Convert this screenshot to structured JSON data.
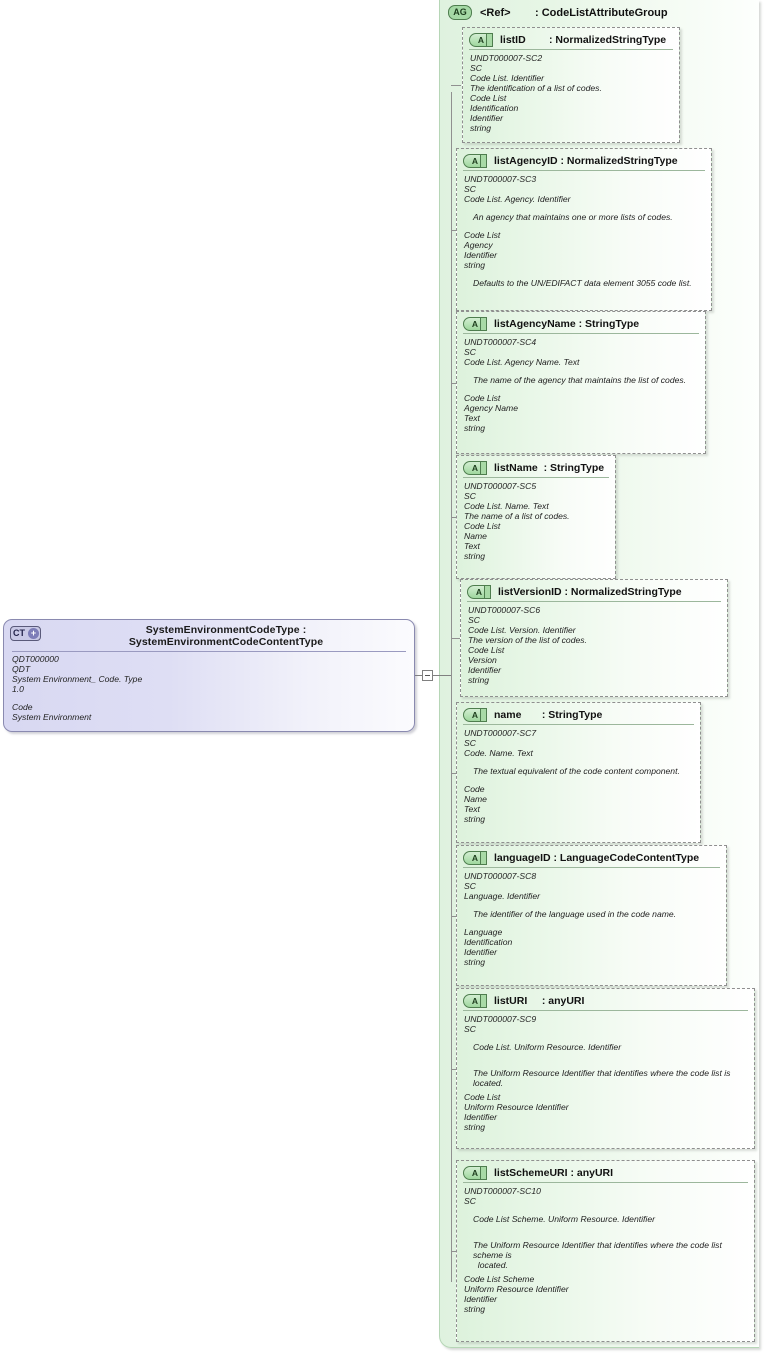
{
  "diagram": {
    "kind": "xsd-schema-diagram",
    "colors": {
      "complex_type_fill": "#d8d8f2",
      "attribute_group_fill": "#dff2df",
      "attribute_fill": "#ddf2dc",
      "border": "#8f8f8f",
      "connector": "#909090"
    }
  },
  "complex_type": {
    "icon_label": "CT",
    "icon_expand": "+",
    "title": "SystemEnvironmentCodeType : SystemEnvironmentCodeContentType",
    "annotation_lines": [
      "QDT000000",
      "QDT",
      "System Environment_ Code. Type",
      "1.0",
      "",
      "Code",
      "System Environment"
    ]
  },
  "connector": {
    "toggle_glyph": "−"
  },
  "attribute_group": {
    "icon_label": "AG",
    "title": "<Ref>        : CodeListAttributeGroup",
    "attributes": [
      {
        "icon_label": "A",
        "title": "listID        : NormalizedStringType",
        "lines": [
          {
            "text": "UNDT000007-SC2",
            "style": "plain"
          },
          {
            "text": "SC",
            "style": "plain"
          },
          {
            "text": "Code List. Identifier",
            "style": "plain"
          },
          {
            "text": "The identification of a list of codes.",
            "style": "plain"
          },
          {
            "text": "Code List",
            "style": "plain"
          },
          {
            "text": "Identification",
            "style": "plain"
          },
          {
            "text": "Identifier",
            "style": "plain"
          },
          {
            "text": "string",
            "style": "plain"
          }
        ]
      },
      {
        "icon_label": "A",
        "title": "listAgencyID : NormalizedStringType",
        "lines": [
          {
            "text": "UNDT000007-SC3",
            "style": "plain"
          },
          {
            "text": "SC",
            "style": "plain"
          },
          {
            "text": "Code List. Agency. Identifier",
            "style": "plain"
          },
          {
            "text": "",
            "style": "spacer"
          },
          {
            "text": "An agency that maintains one or more lists of codes.",
            "style": "indent"
          },
          {
            "text": "",
            "style": "spacer"
          },
          {
            "text": "Code List",
            "style": "plain"
          },
          {
            "text": "Agency",
            "style": "plain"
          },
          {
            "text": "Identifier",
            "style": "plain"
          },
          {
            "text": "string",
            "style": "plain"
          },
          {
            "text": "",
            "style": "spacer"
          },
          {
            "text": "Defaults to the UN/EDIFACT data element 3055 code list.",
            "style": "indent"
          }
        ]
      },
      {
        "icon_label": "A",
        "title": "listAgencyName : StringType",
        "lines": [
          {
            "text": "UNDT000007-SC4",
            "style": "plain"
          },
          {
            "text": "SC",
            "style": "plain"
          },
          {
            "text": "Code List. Agency Name. Text",
            "style": "plain"
          },
          {
            "text": "",
            "style": "spacer"
          },
          {
            "text": "The name of the agency that maintains the list of codes.",
            "style": "indent"
          },
          {
            "text": "",
            "style": "spacer"
          },
          {
            "text": "Code List",
            "style": "plain"
          },
          {
            "text": "Agency Name",
            "style": "plain"
          },
          {
            "text": "Text",
            "style": "plain"
          },
          {
            "text": "string",
            "style": "plain"
          }
        ]
      },
      {
        "icon_label": "A",
        "title": "listName  : StringType",
        "lines": [
          {
            "text": "UNDT000007-SC5",
            "style": "plain"
          },
          {
            "text": "SC",
            "style": "plain"
          },
          {
            "text": "Code List. Name. Text",
            "style": "plain"
          },
          {
            "text": "The name of a list of codes.",
            "style": "plain"
          },
          {
            "text": "Code List",
            "style": "plain"
          },
          {
            "text": "Name",
            "style": "plain"
          },
          {
            "text": "Text",
            "style": "plain"
          },
          {
            "text": "string",
            "style": "plain"
          }
        ]
      },
      {
        "icon_label": "A",
        "title": "listVersionID : NormalizedStringType",
        "lines": [
          {
            "text": "UNDT000007-SC6",
            "style": "plain"
          },
          {
            "text": "SC",
            "style": "plain"
          },
          {
            "text": "Code List. Version. Identifier",
            "style": "plain"
          },
          {
            "text": "The version of the list of codes.",
            "style": "plain"
          },
          {
            "text": "Code List",
            "style": "plain"
          },
          {
            "text": "Version",
            "style": "plain"
          },
          {
            "text": "Identifier",
            "style": "plain"
          },
          {
            "text": "string",
            "style": "plain"
          }
        ]
      },
      {
        "icon_label": "A",
        "title": "name       : StringType",
        "lines": [
          {
            "text": "UNDT000007-SC7",
            "style": "plain"
          },
          {
            "text": "SC",
            "style": "plain"
          },
          {
            "text": "Code. Name. Text",
            "style": "plain"
          },
          {
            "text": "",
            "style": "spacer"
          },
          {
            "text": "The textual equivalent of the code content component.",
            "style": "indent"
          },
          {
            "text": "",
            "style": "spacer"
          },
          {
            "text": "Code",
            "style": "plain"
          },
          {
            "text": "Name",
            "style": "plain"
          },
          {
            "text": "Text",
            "style": "plain"
          },
          {
            "text": "string",
            "style": "plain"
          }
        ]
      },
      {
        "icon_label": "A",
        "title": "languageID : LanguageCodeContentType",
        "lines": [
          {
            "text": "UNDT000007-SC8",
            "style": "plain"
          },
          {
            "text": "SC",
            "style": "plain"
          },
          {
            "text": "Language. Identifier",
            "style": "plain"
          },
          {
            "text": "",
            "style": "spacer"
          },
          {
            "text": "The identifier of the language used in the code name.",
            "style": "indent"
          },
          {
            "text": "",
            "style": "spacer"
          },
          {
            "text": "Language",
            "style": "plain"
          },
          {
            "text": "Identification",
            "style": "plain"
          },
          {
            "text": "Identifier",
            "style": "plain"
          },
          {
            "text": "string",
            "style": "plain"
          }
        ]
      },
      {
        "icon_label": "A",
        "title": "listURI     : anyURI",
        "lines": [
          {
            "text": "UNDT000007-SC9",
            "style": "plain"
          },
          {
            "text": "SC",
            "style": "plain"
          },
          {
            "text": "",
            "style": "spacer"
          },
          {
            "text": "Code List. Uniform Resource. Identifier",
            "style": "indent"
          },
          {
            "text": "",
            "style": "spacer"
          },
          {
            "text": "",
            "style": "spacer"
          },
          {
            "text": "The Uniform Resource Identifier that identifies where the code list is located.",
            "style": "indent"
          },
          {
            "text": "",
            "style": "spacer-sm"
          },
          {
            "text": "Code List",
            "style": "plain"
          },
          {
            "text": "Uniform Resource Identifier",
            "style": "plain"
          },
          {
            "text": "Identifier",
            "style": "plain"
          },
          {
            "text": "string",
            "style": "plain"
          }
        ]
      },
      {
        "icon_label": "A",
        "title": "listSchemeURI : anyURI",
        "lines": [
          {
            "text": "UNDT000007-SC10",
            "style": "plain"
          },
          {
            "text": "SC",
            "style": "plain"
          },
          {
            "text": "",
            "style": "spacer"
          },
          {
            "text": "Code List Scheme. Uniform Resource. Identifier",
            "style": "indent"
          },
          {
            "text": "",
            "style": "spacer"
          },
          {
            "text": "",
            "style": "spacer"
          },
          {
            "text": "The Uniform Resource Identifier that identifies where the code list scheme is",
            "style": "indent"
          },
          {
            "text": "  located.",
            "style": "indent"
          },
          {
            "text": "",
            "style": "spacer-sm"
          },
          {
            "text": "Code List Scheme",
            "style": "plain"
          },
          {
            "text": "Uniform Resource Identifier",
            "style": "plain"
          },
          {
            "text": "Identifier",
            "style": "plain"
          },
          {
            "text": "string",
            "style": "plain"
          }
        ]
      }
    ]
  }
}
